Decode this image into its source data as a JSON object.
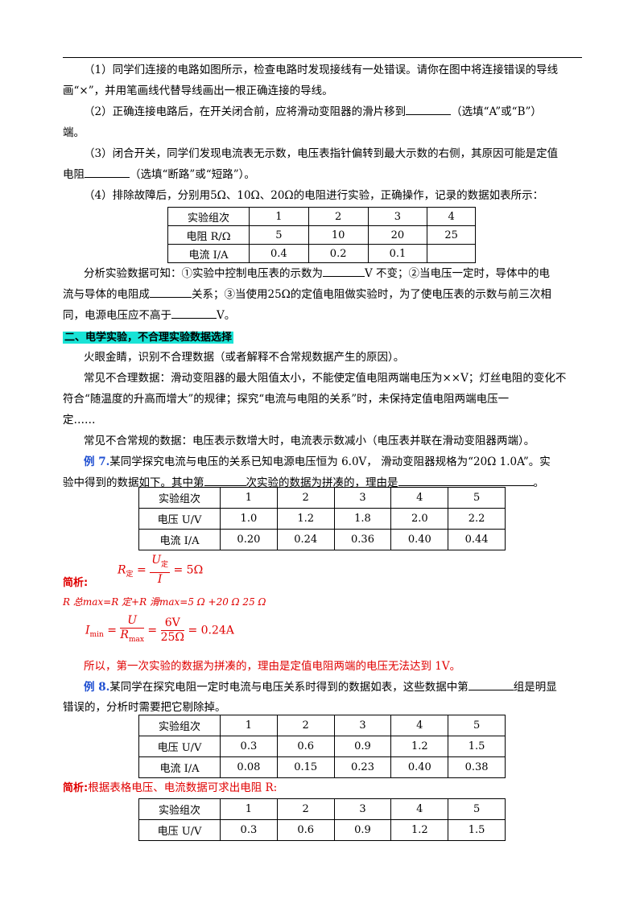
{
  "q_intro": {
    "p1a": "（1）同学们连接的电路如图所示，检查电路时发现接线有一处错误。请你在图中将连接错误的导线",
    "p1b": "画“×”，并用笔画线代替导线画出一根正确连接的导线。",
    "p2a": "（2）正确连接电路后，在开关闭合前，应将滑动变阻器的滑片移到",
    "p2b": "（选填“A”或“B”）",
    "p2c": "端。",
    "p3a": "（3）闭合开关，同学们发现电流表无示数，电压表指针偏转到最大示数的右侧，其原因可能是定值",
    "p3b": "电阻",
    "p3c": "（选填“断路”或“短路”）。",
    "p4": "（4）排除故障后，分别用5Ω、10Ω、20Ω的电阻进行实验，正确操作，记录的数据如表所示："
  },
  "table1": {
    "rows": [
      [
        "实验组次",
        "1",
        "2",
        "3",
        "4"
      ],
      [
        "电阻 R/Ω",
        "5",
        "10",
        "20",
        "25"
      ],
      [
        "电流 I/A",
        "0.4",
        "0.2",
        "0.1",
        ""
      ]
    ]
  },
  "analysis": {
    "a1": "分析实验数据可知：①实验中控制电压表的示数为",
    "a2": "V 不变；②当电压一定时，导体中的电",
    "b1": "流与导体的电阻成",
    "b2": "关系；③当使用25Ω的定值电阻做实验时，为了使电压表的示数与前三次相",
    "c1": "同，电源电压应不高于",
    "c2": "V。"
  },
  "section2": {
    "heading": "二、电学实验，不合理实验数据选择",
    "l1": "火眼金睛，识别不合理数据（或者解释不合常规数据产生的原因）。",
    "l2": "常见不合理数据：滑动变阻器的最大阻值太小，不能使定值电阻两端电压为××V；灯丝电阻的变化不",
    "l3": "符合“随温度的升高而增大”的规律；探究“电流与电阻的关系”时，未保持定值电阻两端电压一",
    "l4": "定……",
    "l5": "常见不合常规的数据：电压表示数增大时，电流表示数减小（电压表并联在滑动变阻器两端）。"
  },
  "ex7": {
    "label": "例 7.",
    "t1": "某同学探究电流与电压的关系已知电源电压恒为 6.0V，  滑动变阻器规格为“20Ω  1.0A”。实",
    "t2a": "验中得到的数据如下。其中第",
    "t2b": "次实验的数据为拼凑的，理由是",
    "t2c": "。",
    "table": [
      [
        "实验组次",
        "1",
        "2",
        "3",
        "4",
        "5"
      ],
      [
        "电压 U/V",
        "1.0",
        "1.2",
        "1.8",
        "2.0",
        "2.2"
      ],
      [
        "电流 I/A",
        "0.20",
        "0.24",
        "0.36",
        "0.40",
        "0.44"
      ]
    ],
    "f1_left": "R",
    "f1_sub": "定",
    "f1_num": "U",
    "f1_num_sub": "定",
    "f1_den": "I",
    "f1_right": "= 5Ω",
    "jianxi": "简析:",
    "f2": "R 总max=R 定+R 滑max=5 Ω +20 Ω 25 Ω",
    "f3_left": "I",
    "f3_sub": "min",
    "f3_n1": "U",
    "f3_d1": "R",
    "f3_d1_sub": "max",
    "f3_n2": "6V",
    "f3_d2": "25Ω",
    "f3_right": "= 0.24A",
    "conclusion": "所以，第一次实验的数据为拼凑的，理由是定值电阻两端的电压无法达到 1V。"
  },
  "ex8": {
    "label": "例 8.",
    "t1a": "某同学在探究电阻一定时电流与电压关系时得到的数据如表，这些数据中第",
    "t1b": "组是明显",
    "t2": "错误的，分析时需要把它剔除掉。",
    "table": [
      [
        "实验组次",
        "1",
        "2",
        "3",
        "4",
        "5"
      ],
      [
        "电压 U/V",
        "0.3",
        "0.6",
        "0.9",
        "1.2",
        "1.5"
      ],
      [
        "电流 I/A",
        "0.08",
        "0.15",
        "0.23",
        "0.40",
        "0.38"
      ]
    ],
    "jianxi": "简析:",
    "jianxi_text": "根据表格电压、电流数据可求出电阻 R:",
    "table2": [
      [
        "实验组次",
        "1",
        "2",
        "3",
        "4",
        "5"
      ],
      [
        "电压 U/V",
        "0.3",
        "0.6",
        "0.9",
        "1.2",
        "1.5"
      ]
    ]
  }
}
